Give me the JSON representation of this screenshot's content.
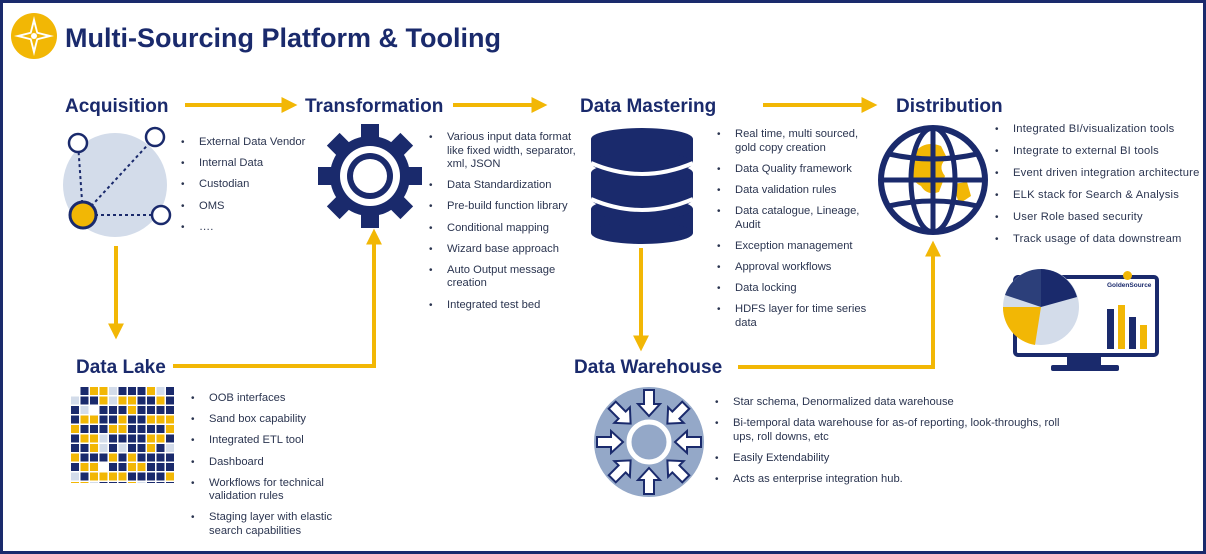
{
  "title": "Multi-Sourcing Platform & Tooling",
  "colors": {
    "navy": "#1a2a6c",
    "gold": "#f2b705",
    "light_blue": "#d3dcea",
    "mid_blue": "#94a8c8"
  },
  "stages": {
    "acquisition": {
      "label": "Acquisition",
      "items": [
        "External Data Vendor",
        "Internal Data",
        "Custodian",
        "OMS",
        "…."
      ]
    },
    "transformation": {
      "label": "Transformation",
      "items": [
        "Various input data format like fixed width, separator, xml, JSON",
        "Data Standardization",
        "Pre-build function library",
        "Conditional mapping",
        "Wizard base approach",
        "Auto Output message creation",
        "Integrated test bed"
      ]
    },
    "data_mastering": {
      "label": "Data Mastering",
      "items": [
        "Real time, multi sourced, gold copy creation",
        "Data Quality framework",
        "Data validation rules",
        "Data catalogue, Lineage, Audit",
        "Exception management",
        "Approval workflows",
        "Data locking",
        "HDFS layer for time series data"
      ]
    },
    "distribution": {
      "label": "Distribution",
      "items": [
        "Integrated BI/visualization tools",
        "Integrate to external BI tools",
        "Event driven integration architecture",
        "ELK stack for Search & Analysis",
        "User Role based security",
        "Track usage of data downstream"
      ],
      "brand_label": "GoldenSource"
    },
    "data_lake": {
      "label": "Data Lake",
      "items": [
        "OOB interfaces",
        "Sand box capability",
        "Integrated ETL tool",
        "Dashboard",
        "Workflows for technical validation rules",
        "Staging layer with elastic search capabilities"
      ]
    },
    "data_warehouse": {
      "label": "Data Warehouse",
      "items": [
        "Star schema, Denormalized data warehouse",
        "Bi-temporal data warehouse for as-of reporting, look-throughs, roll ups, roll downs, etc",
        "Easily Extendability",
        "Acts as enterprise integration hub."
      ]
    }
  },
  "icons": {
    "logo": "compass-star-icon",
    "acquisition": "network-nodes-icon",
    "transformation": "gear-icon",
    "data_mastering": "database-icon",
    "distribution": "globe-icon",
    "data_lake": "data-blocks-icon",
    "data_warehouse": "converging-arrows-hub-icon",
    "dashboard": "monitor-pie-chart-icon"
  }
}
